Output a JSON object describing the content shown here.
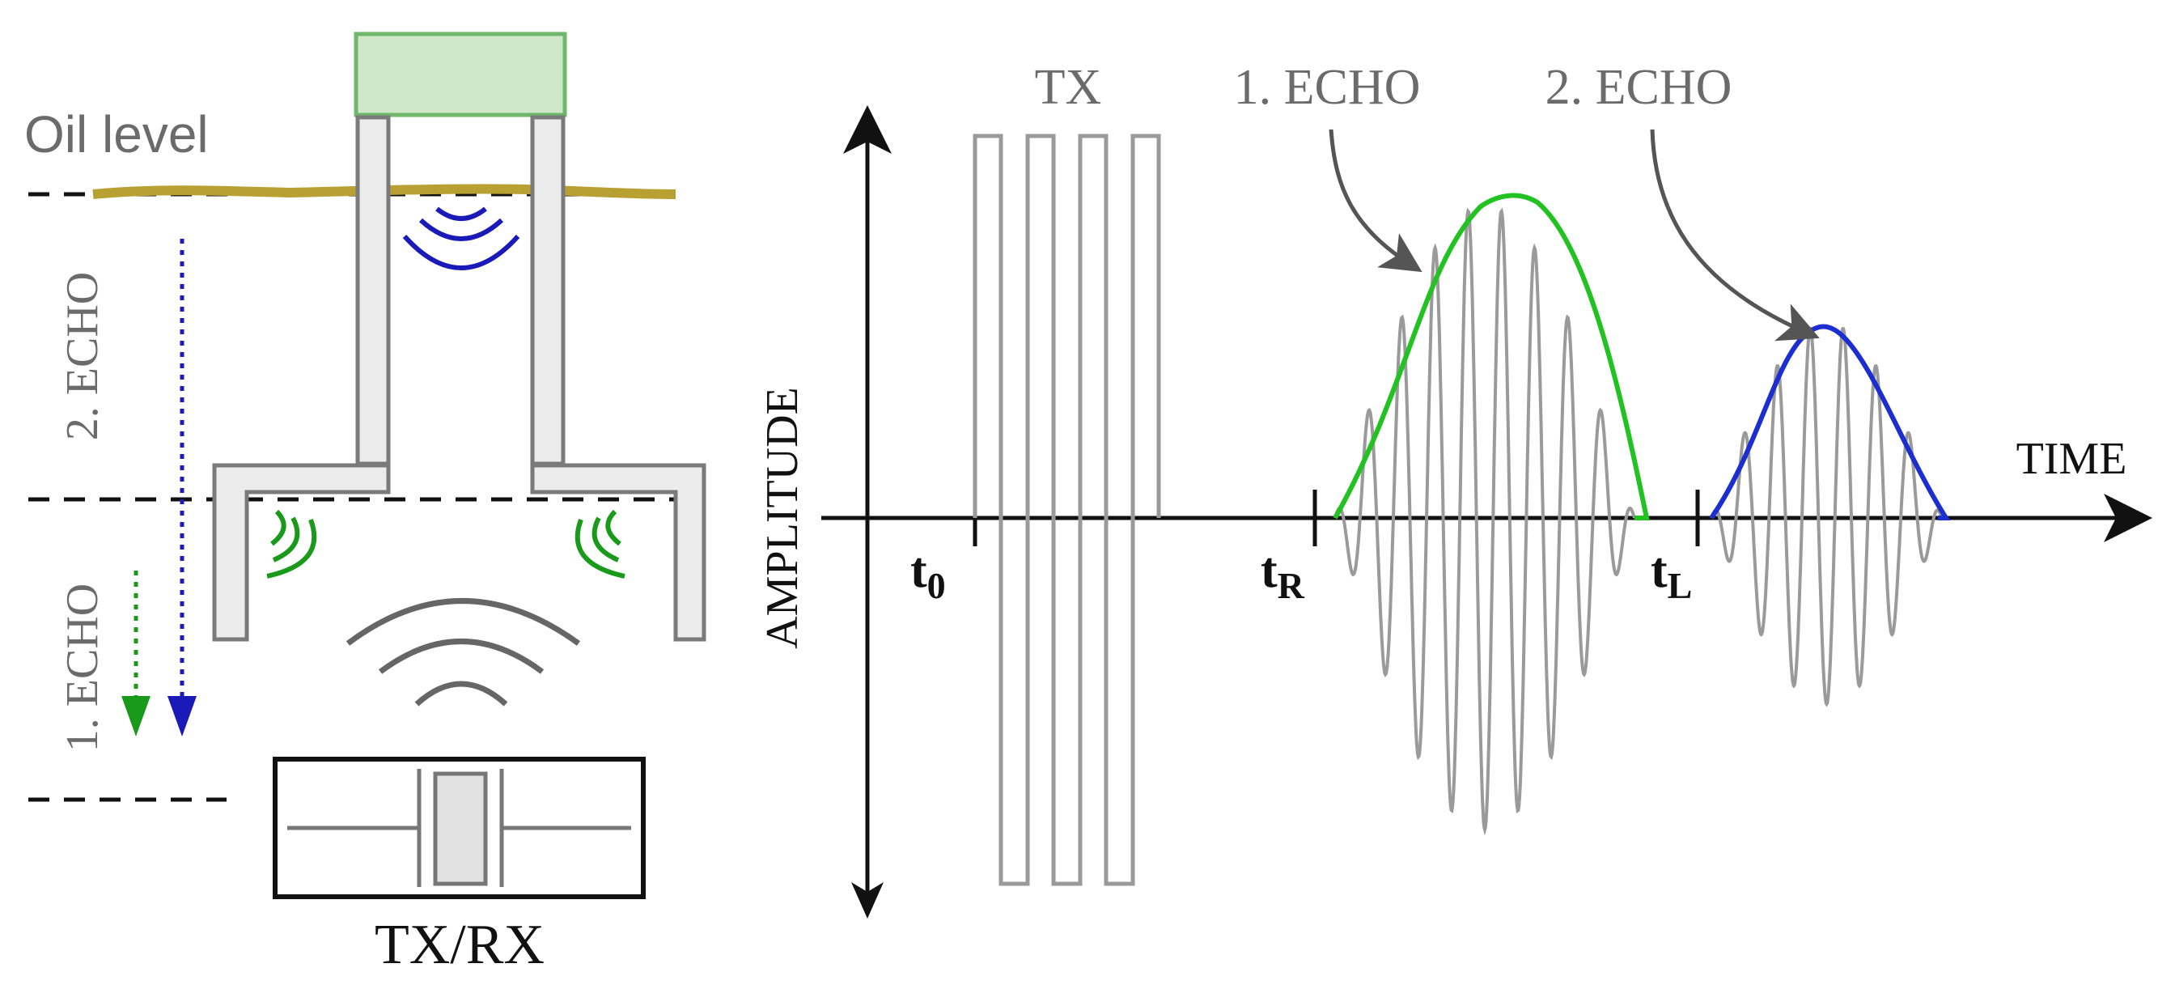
{
  "colors": {
    "structure_gray": "#8a8a8a",
    "structure_fill": "#ececec",
    "sensor_green_fill": "#cfe8c8",
    "sensor_green_stroke": "#6fb86a",
    "oil_line": "#b9a032",
    "green_wave": "#1a9a1a",
    "blue_wave": "#1a1ab8",
    "echo1_envelope": "#22c222",
    "echo2_envelope": "#1c2ed0",
    "signal_gray": "#9a9a9a"
  },
  "left_panel": {
    "oil_level_label": "Oil level",
    "echo2_label": "2. ECHO",
    "echo1_label": "1. ECHO",
    "transducer_label": "TX/RX"
  },
  "right_panel": {
    "y_axis_label": "AMPLITUDE",
    "x_axis_label": "TIME",
    "tx_label": "TX",
    "echo1_label": "1. ECHO",
    "echo2_label": "2. ECHO",
    "ticks": [
      {
        "main": "t",
        "sub": "0"
      },
      {
        "main": "t",
        "sub": "R"
      },
      {
        "main": "t",
        "sub": "L"
      }
    ]
  }
}
